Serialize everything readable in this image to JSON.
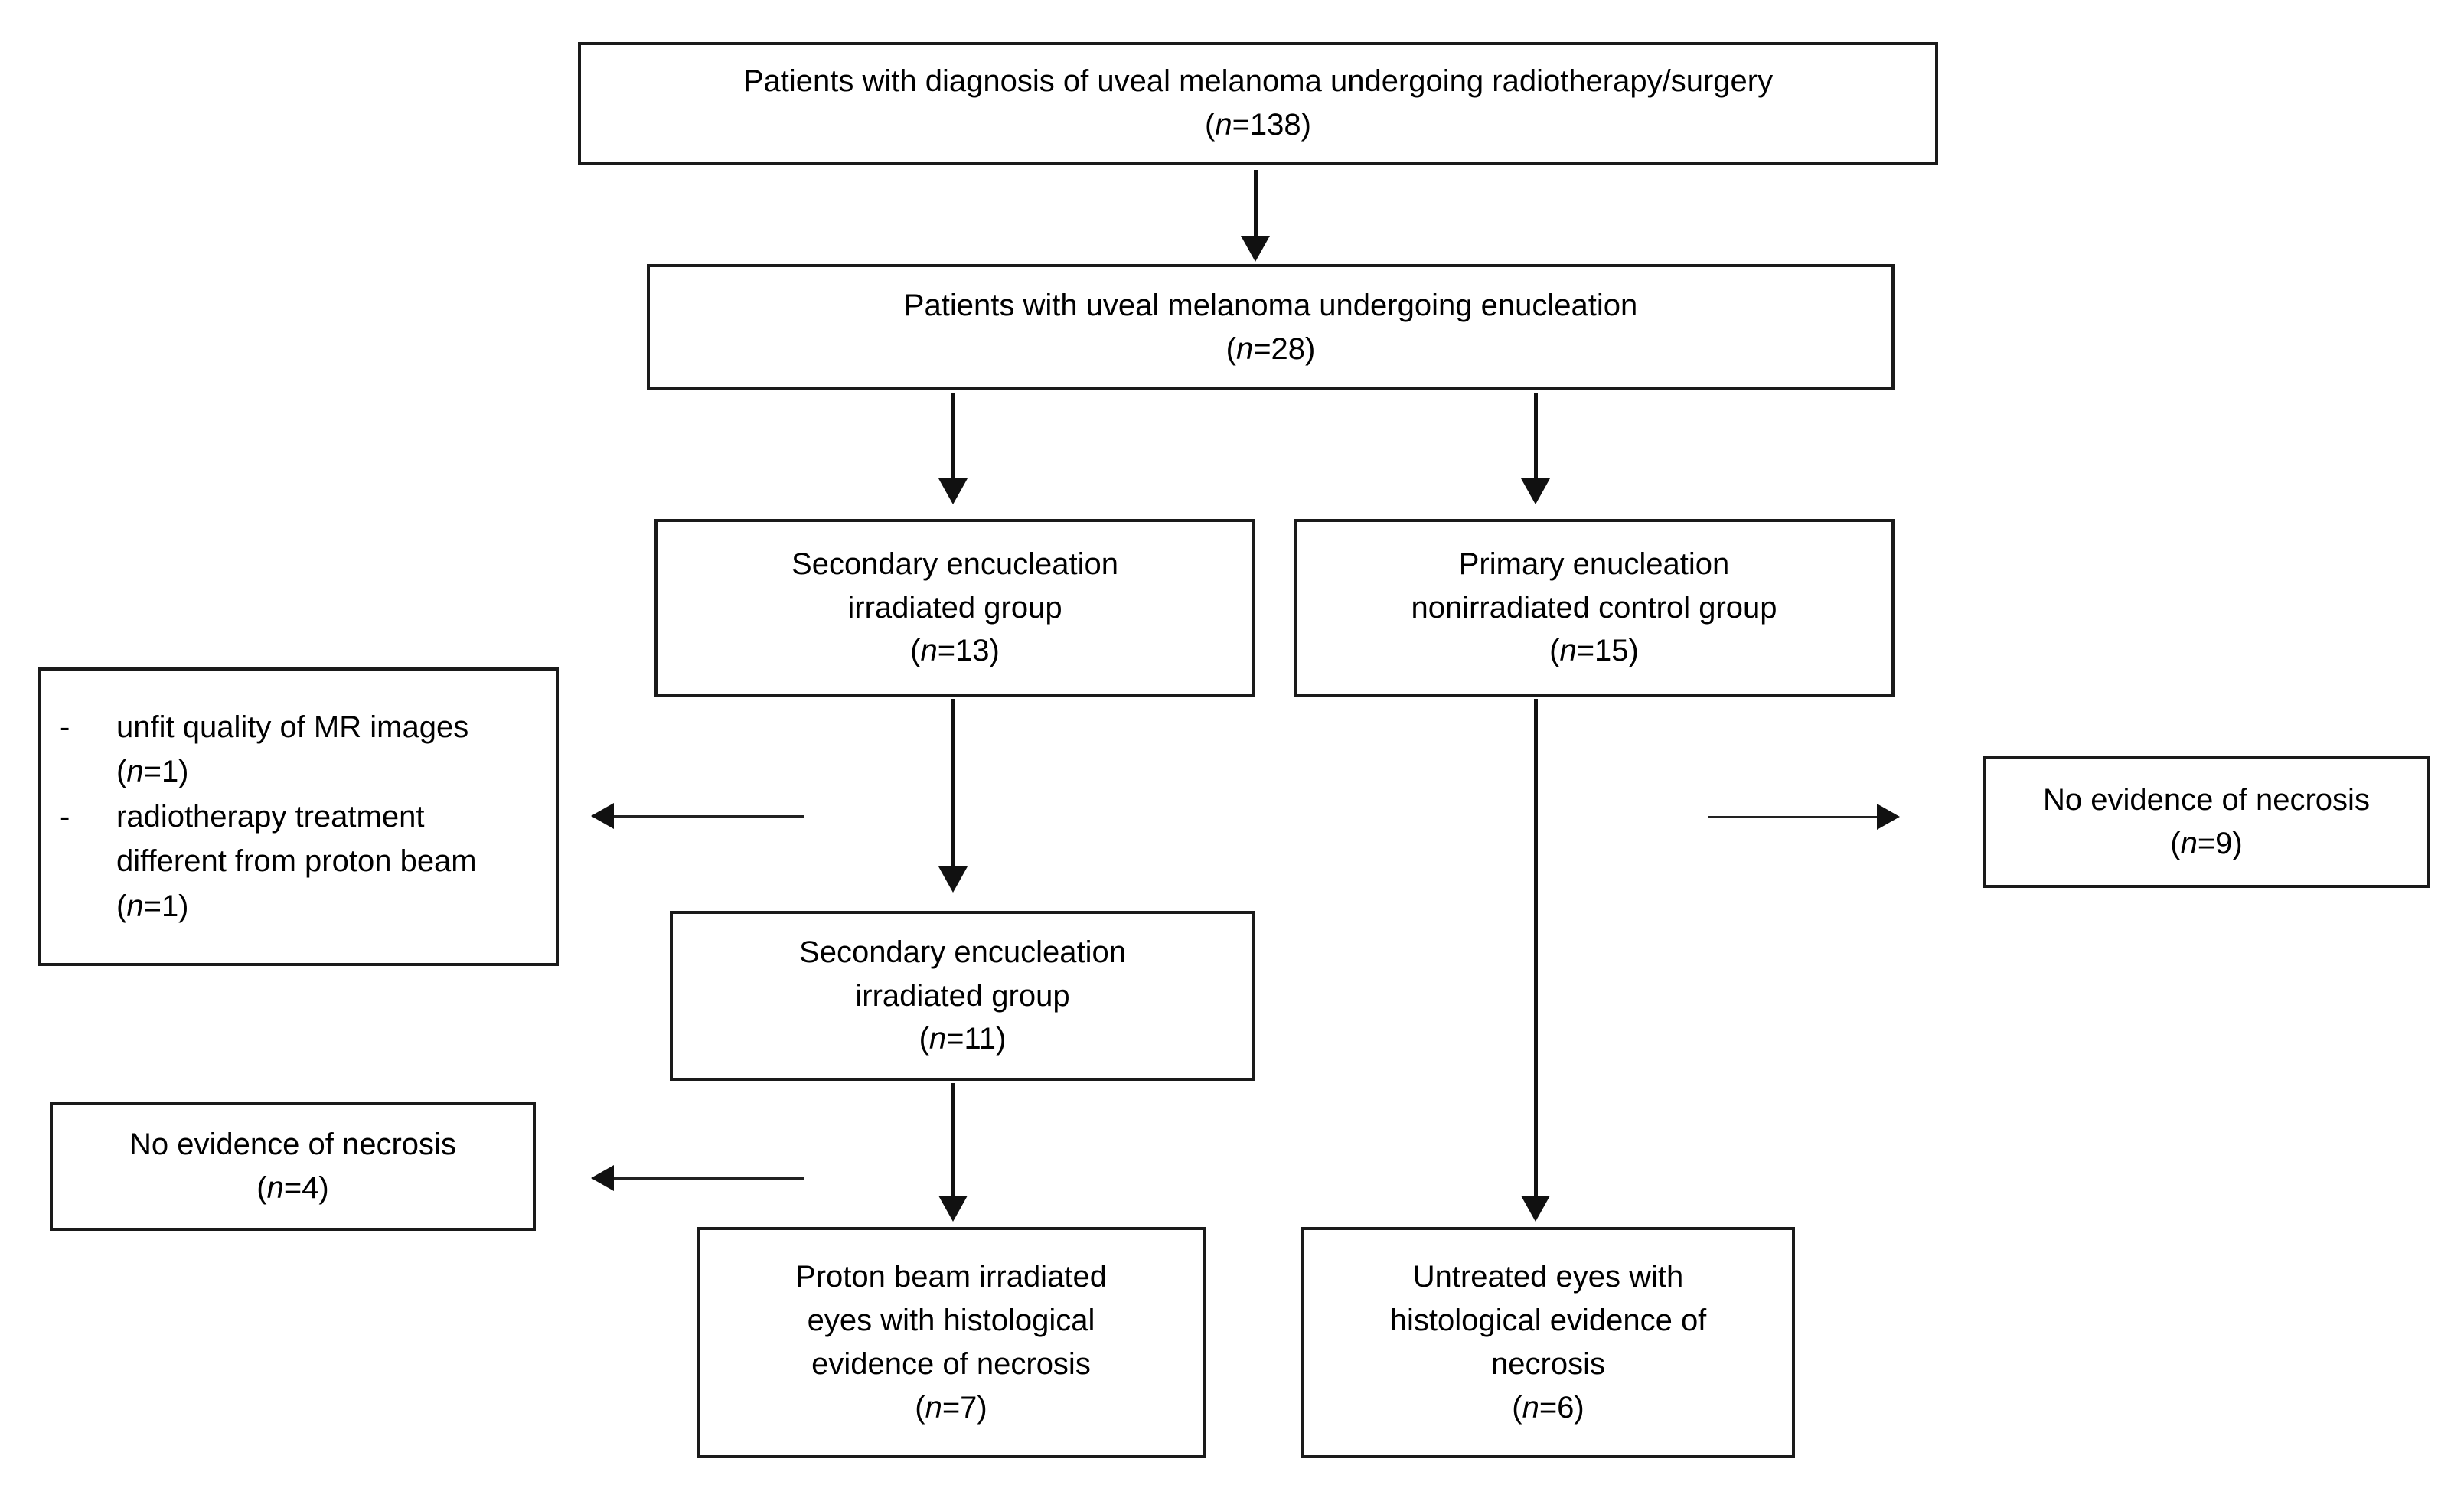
{
  "figure": {
    "type": "flowchart",
    "title": "Patient selection flow diagram for uveal melanoma necrosis study"
  },
  "nodes": {
    "top": {
      "line1": "Patients with diagnosis of uveal melanoma undergoing radiotherapy/surgery",
      "n_label": "n",
      "n_value": "=138"
    },
    "enucleation": {
      "line1": "Patients with uveal melanoma undergoing enucleation",
      "n_label": "n",
      "n_value": "=28"
    },
    "secondary13": {
      "line1": "Secondary encucleation",
      "line2": "irradiated group",
      "n_label": "n",
      "n_value": "=13"
    },
    "primary15": {
      "line1": "Primary enucleation",
      "line2": "nonirradiated control group",
      "n_label": "n",
      "n_value": "=15"
    },
    "exclusions": {
      "dash": "-",
      "item1_text": "unfit quality of MR images (",
      "item1_n": "n",
      "item1_val": "=1)",
      "item2_text": "radiotherapy treatment different from proton beam (",
      "item2_n": "n",
      "item2_val": "=1)"
    },
    "no_necrosis_9": {
      "line1": "No evidence of necrosis",
      "n_label": "n",
      "n_value": "=9"
    },
    "secondary11": {
      "line1": "Secondary encucleation",
      "line2": "irradiated group",
      "n_label": "n",
      "n_value": "=11"
    },
    "no_necrosis_4": {
      "line1": "No evidence of necrosis",
      "n_label": "n",
      "n_value": "=4"
    },
    "proton7": {
      "line1": "Proton beam irradiated",
      "line2": "eyes with histological",
      "line3": "evidence of necrosis",
      "n_label": "n",
      "n_value": "=7"
    },
    "untreated6": {
      "line1": "Untreated eyes with",
      "line2": "histological evidence of",
      "line3": "necrosis",
      "n_label": "n",
      "n_value": "=6"
    }
  },
  "colors": {
    "border": "#1a1a1a",
    "arrow": "#111111",
    "background": "#ffffff",
    "text": "#000000"
  }
}
